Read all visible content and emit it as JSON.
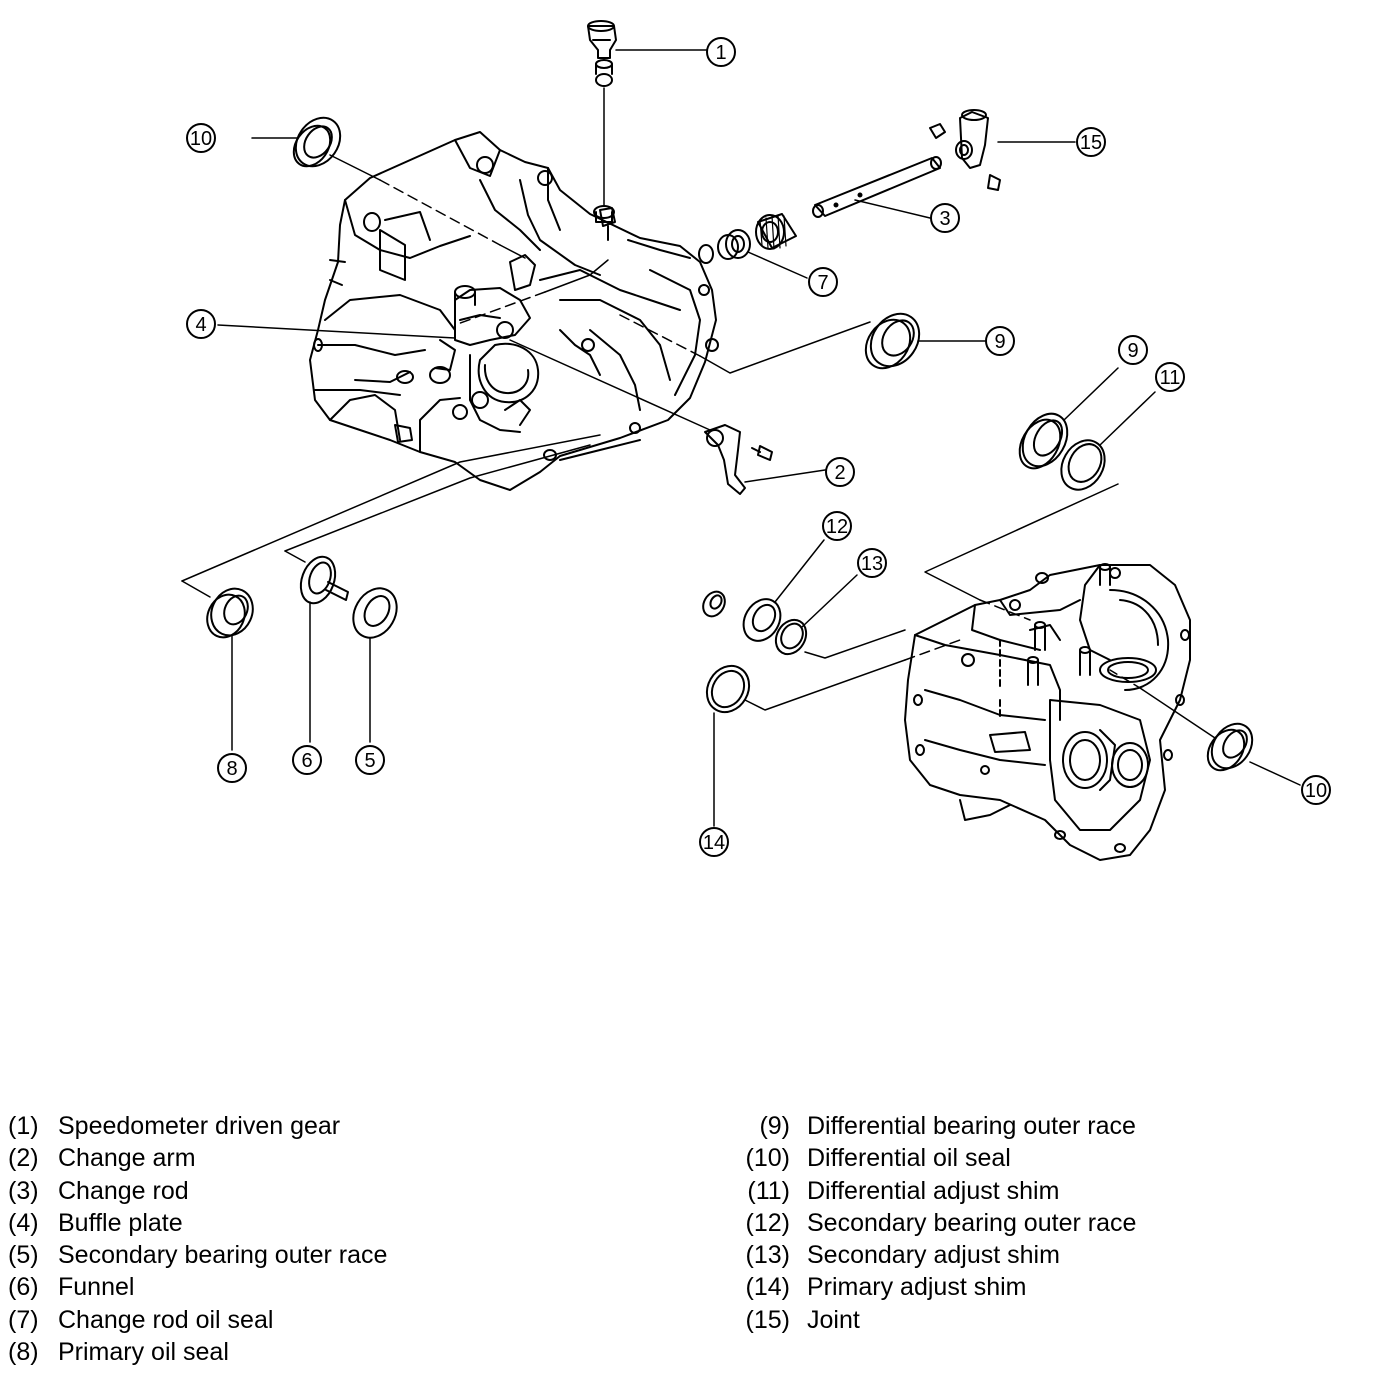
{
  "diagram": {
    "callouts": [
      {
        "id": "c1",
        "num": "1"
      },
      {
        "id": "c2",
        "num": "2"
      },
      {
        "id": "c3",
        "num": "3"
      },
      {
        "id": "c4",
        "num": "4"
      },
      {
        "id": "c5",
        "num": "5"
      },
      {
        "id": "c6",
        "num": "6"
      },
      {
        "id": "c7",
        "num": "7"
      },
      {
        "id": "c8",
        "num": "8"
      },
      {
        "id": "c9a",
        "num": "9"
      },
      {
        "id": "c9b",
        "num": "9"
      },
      {
        "id": "c10a",
        "num": "10"
      },
      {
        "id": "c10b",
        "num": "10"
      },
      {
        "id": "c11",
        "num": "11"
      },
      {
        "id": "c12",
        "num": "12"
      },
      {
        "id": "c13",
        "num": "13"
      },
      {
        "id": "c14",
        "num": "14"
      },
      {
        "id": "c15",
        "num": "15"
      }
    ]
  },
  "legend": {
    "left": [
      {
        "num": "(1)",
        "label": "Speedometer driven gear"
      },
      {
        "num": "(2)",
        "label": "Change arm"
      },
      {
        "num": "(3)",
        "label": "Change rod"
      },
      {
        "num": "(4)",
        "label": "Buffle plate"
      },
      {
        "num": "(5)",
        "label": "Secondary bearing outer race"
      },
      {
        "num": "(6)",
        "label": "Funnel"
      },
      {
        "num": "(7)",
        "label": "Change rod oil seal"
      },
      {
        "num": "(8)",
        "label": "Primary oil seal"
      }
    ],
    "right": [
      {
        "num": "(9)",
        "label": "Differential bearing outer race"
      },
      {
        "num": "(10)",
        "label": "Differential oil seal"
      },
      {
        "num": "(11)",
        "label": "Differential adjust shim"
      },
      {
        "num": "(12)",
        "label": "Secondary bearing outer race"
      },
      {
        "num": "(13)",
        "label": "Secondary adjust shim"
      },
      {
        "num": "(14)",
        "label": "Primary adjust shim"
      },
      {
        "num": "(15)",
        "label": "Joint"
      }
    ]
  }
}
